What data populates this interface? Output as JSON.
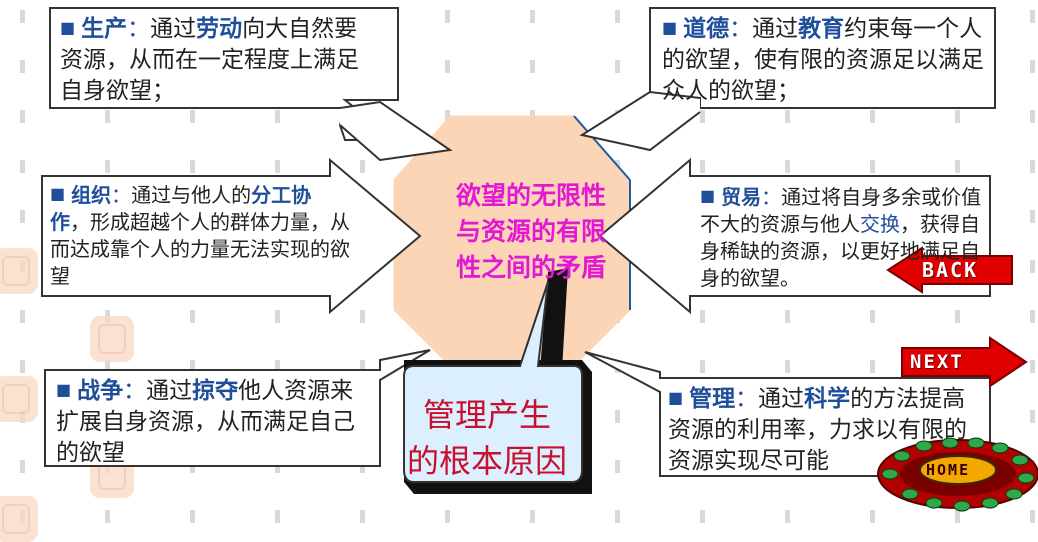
{
  "center": {
    "lines": [
      "欲望的无限性",
      "与资源的有限",
      "性之间的矛盾"
    ]
  },
  "bubble": {
    "lines": [
      "管理产生",
      "的根本原因"
    ]
  },
  "boxes": {
    "production": {
      "keyword": "生产",
      "colon": "：",
      "text_a": "通过",
      "highlight": "劳动",
      "text_b": "向大自然要资源，从而在一定程度上满足自身欲望；"
    },
    "morality": {
      "keyword": "道德",
      "colon": "：",
      "text_a": "通过",
      "highlight": "教育",
      "text_b": "约束每一个人的欲望，使有限的资源足以满足众人的欲望；"
    },
    "organization": {
      "keyword": "组织",
      "colon": "：",
      "text_a": "通过与他人的",
      "highlight": "分工协作",
      "text_b": "，形成超越个人的群体力量，从而达成靠个人的力量无法实现的欲望"
    },
    "trade": {
      "keyword": "贸易",
      "colon": "：",
      "text_a": "通过将自身多余或价值不大的资源与他人",
      "highlight": "交换",
      "text_b": "，获得自身稀缺的资源，以更好地满足自身的欲望。"
    },
    "war": {
      "keyword": "战争",
      "colon": "：",
      "text_a": "通过",
      "highlight": "掠夺",
      "text_b": "他人资源来扩展自身资源，从而满足自己的欲望"
    },
    "management": {
      "keyword": "管理",
      "colon": "：",
      "text_a": "通过",
      "highlight": "科学",
      "text_b": "的方法提高资源的利用率，力求以有限的资源实现尽可能"
    }
  },
  "buttons": {
    "back": "BACK",
    "next": "NEXT",
    "home": "HOME"
  },
  "colors": {
    "keyword": "#1f4e9a",
    "center_text": "#e218d2",
    "bubble_text": "#c8102e",
    "hexagon_fill": "#fbd5b5",
    "bubble_fill": "#dcefff",
    "button_red": "#e00000"
  }
}
